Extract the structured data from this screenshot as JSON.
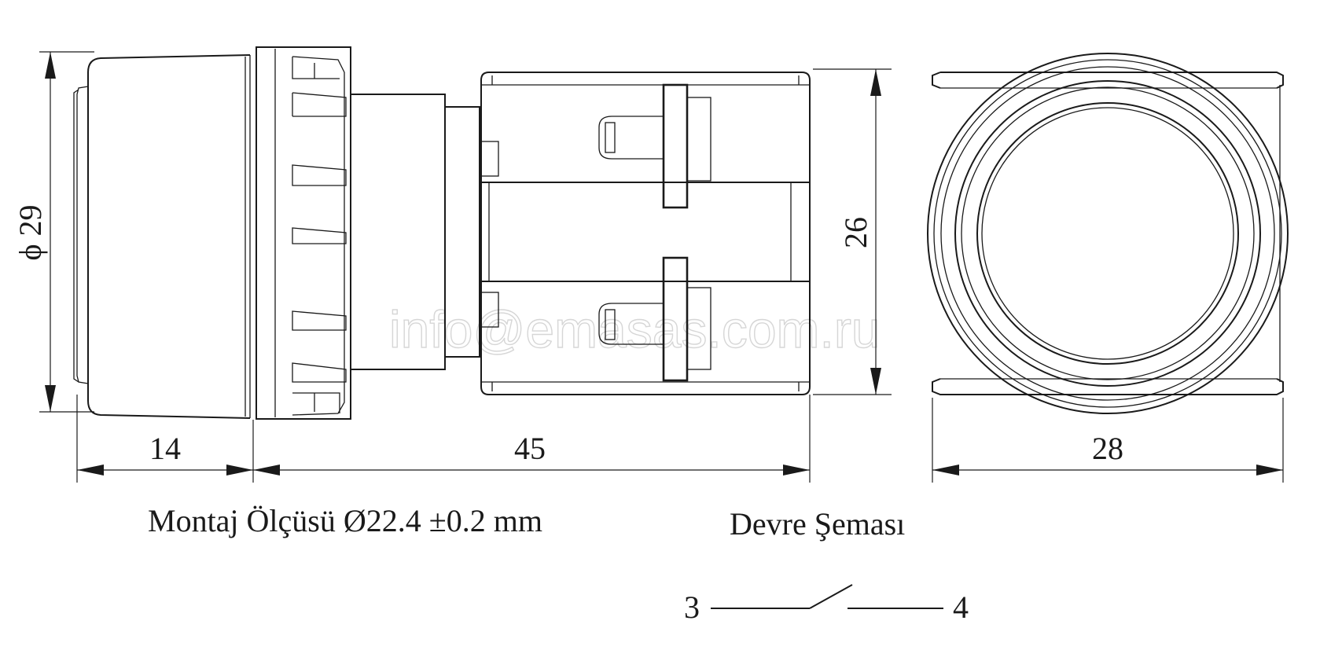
{
  "dimensions": {
    "diameter": "29",
    "diameter_symbol": "ϕ",
    "front_length": "14",
    "body_length": "45",
    "body_height": "26",
    "side_width": "28"
  },
  "captions": {
    "mounting": "Montaj Ölçüsü Ø22.4 ±0.2 mm",
    "circuit": "Devre Şeması"
  },
  "circuit": {
    "terminal_left": "3",
    "terminal_right": "4"
  },
  "watermark": "info@emasas.com.ru",
  "colors": {
    "line": "#1a1a1a",
    "watermark": "#d6d6d6",
    "background": "#ffffff"
  }
}
